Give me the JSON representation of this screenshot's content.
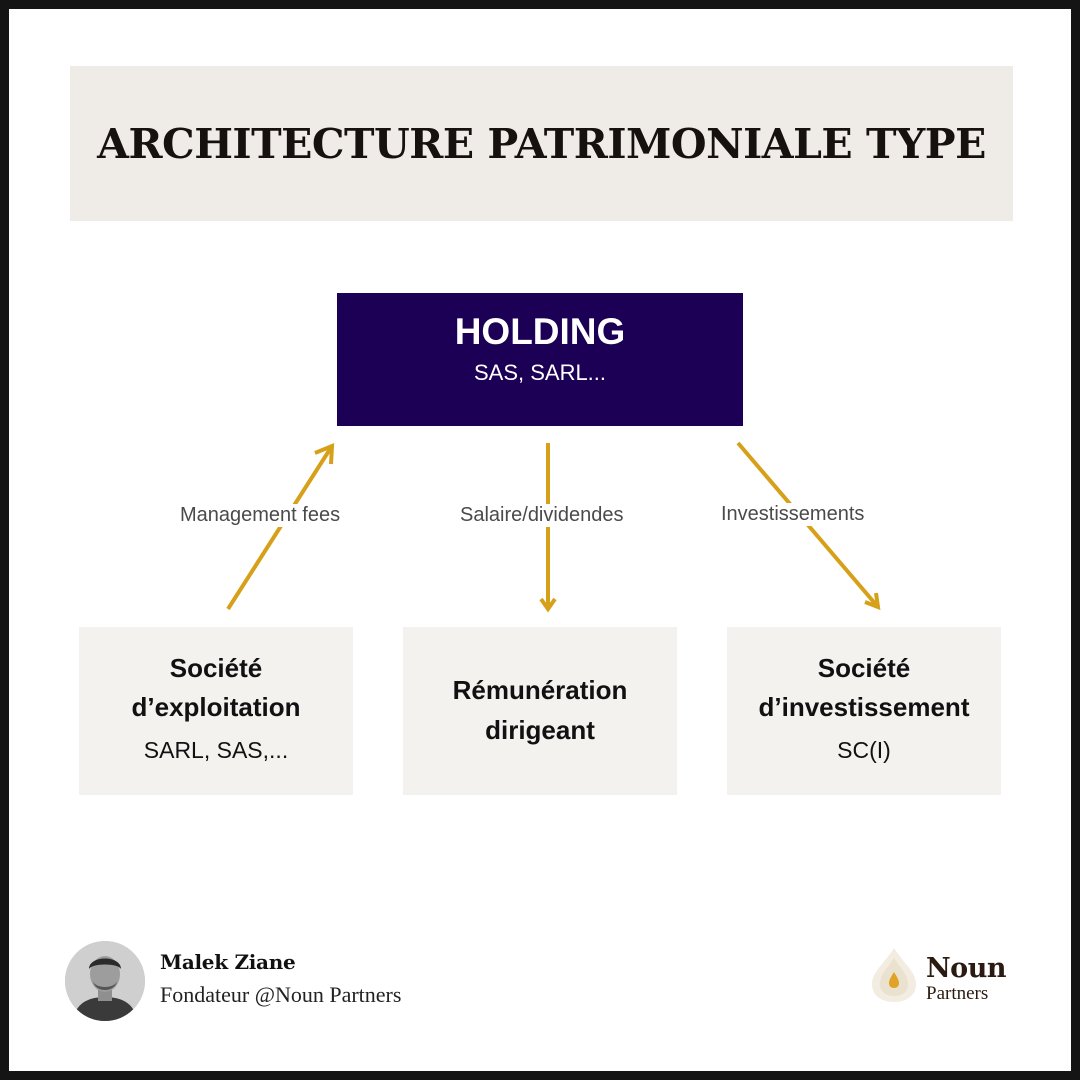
{
  "title": "ARCHITECTURE PATRIMONIALE TYPE",
  "holding": {
    "title": "HOLDING",
    "subtitle": "SAS, SARL..."
  },
  "arrows": {
    "left_label": "Management fees",
    "middle_label": "Salaire/dividendes",
    "right_label": "Investissements"
  },
  "boxes": [
    {
      "title_line1": "Société",
      "title_line2": "d’exploitation",
      "subtitle": "SARL, SAS,..."
    },
    {
      "title_line1": "Rémunération",
      "title_line2": "dirigeant",
      "subtitle": ""
    },
    {
      "title_line1": "Société",
      "title_line2": "d’investissement",
      "subtitle": "SC(I)"
    }
  ],
  "author": {
    "name": "Malek Ziane",
    "role": "Fondateur @Noun Partners"
  },
  "logo": {
    "line1": "Noun",
    "line2": "Partners"
  },
  "colors": {
    "holding_bg": "#1c0056",
    "arrow": "#d6a019",
    "title_band": "#efebe7",
    "box_bg": "#f4f2ef",
    "frame": "#141414"
  }
}
